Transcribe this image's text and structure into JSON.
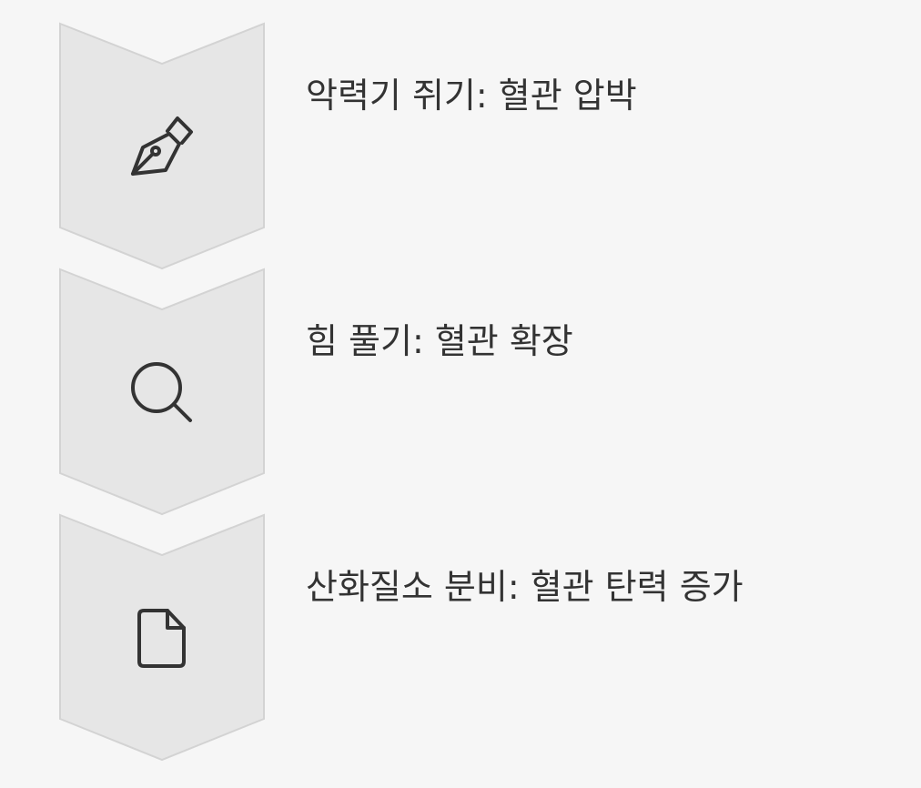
{
  "steps": [
    {
      "label": "악력기 쥐기: 혈관 압박",
      "icon": "pen-nib-icon"
    },
    {
      "label": "힘 풀기: 혈관 확장",
      "icon": "search-icon"
    },
    {
      "label": "산화질소 분비: 혈관 탄력 증가",
      "icon": "document-icon"
    }
  ],
  "colors": {
    "background": "#f6f6f6",
    "shape_fill": "#e6e6e6",
    "shape_stroke": "#d3d3d3",
    "icon": "#333333",
    "text": "#333333"
  }
}
